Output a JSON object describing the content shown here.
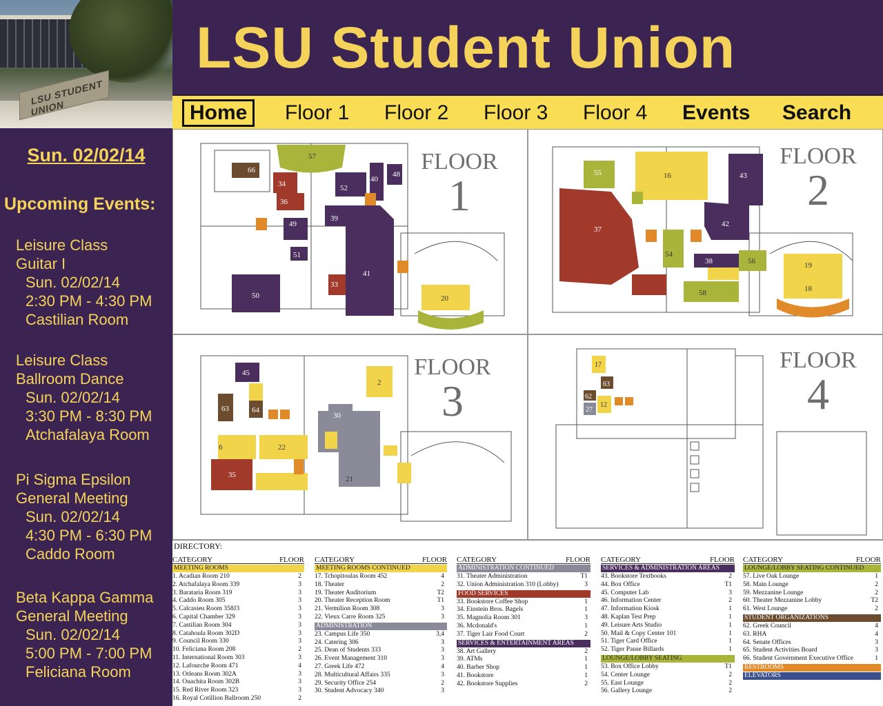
{
  "header": {
    "title": "LSU Student Union"
  },
  "photo": {
    "sign_text": "LSU STUDENT UNION"
  },
  "nav": [
    {
      "label": "Home",
      "bold": true,
      "active": true
    },
    {
      "label": "Floor 1",
      "bold": false
    },
    {
      "label": "Floor 2",
      "bold": false
    },
    {
      "label": "Floor 3",
      "bold": false
    },
    {
      "label": "Floor 4",
      "bold": false
    },
    {
      "label": "Events",
      "bold": true
    },
    {
      "label": "Search",
      "bold": true
    }
  ],
  "sidebar": {
    "date": "Sun. 02/02/14",
    "upcoming_label": "Upcoming Events:",
    "events": [
      {
        "line1": "Leisure Class",
        "line2": "Guitar I",
        "date": "Sun. 02/02/14",
        "time": "2:30 PM - 4:30 PM",
        "room": "Castilian Room"
      },
      {
        "line1": "Leisure Class",
        "line2": "Ballroom Dance",
        "date": "Sun. 02/02/14",
        "time": "3:30 PM - 8:30 PM",
        "room": "Atchafalaya Room"
      },
      {
        "line1": "Pi Sigma Epsilon",
        "line2": "General Meeting",
        "date": "Sun. 02/02/14",
        "time": "4:30 PM - 6:30 PM",
        "room": "Caddo Room"
      },
      {
        "line1": "Beta Kappa Gamma",
        "line2": "General Meeting",
        "date": "Sun. 02/02/14",
        "time": "5:00 PM - 7:00 PM",
        "room": "Feliciana Room"
      }
    ]
  },
  "floors": [
    {
      "label": "FLOOR",
      "number": "1"
    },
    {
      "label": "FLOOR",
      "number": "2"
    },
    {
      "label": "FLOOR",
      "number": "3"
    },
    {
      "label": "FLOOR",
      "number": "4"
    }
  ],
  "colors": {
    "purple": "#3b2451",
    "gold": "#f5d35a",
    "nav_yellow": "#f9dd54",
    "meeting": "#f2d44a",
    "admin": "#8a8a99",
    "food": "#a23a2c",
    "services": "#4a2f5e",
    "lounge": "#a9b43a",
    "student_org": "#6b4c2e",
    "restrooms": "#e08a2a",
    "elevators": "#3a4f8c"
  },
  "directory": {
    "title": "DIRECTORY:",
    "header_category": "CATEGORY",
    "header_floor": "FLOOR",
    "columns": [
      {
        "sections": [
          {
            "title": "MEETING ROOMS",
            "color": "meeting",
            "rows": [
              [
                "1. Acadian Room  210",
                "2"
              ],
              [
                "2. Atchafalaya Room  339",
                "3"
              ],
              [
                "3. Barataria Room  319",
                "3"
              ],
              [
                "4. Caddo Room  305",
                "3"
              ],
              [
                "5. Calcasieu Room  358J3",
                "3"
              ],
              [
                "6. Capital Chamber  329",
                "3"
              ],
              [
                "7. Castilian Room  304",
                "3"
              ],
              [
                "8. Catahoula Room 302D",
                "3"
              ],
              [
                "9. Council Room  330",
                "3"
              ],
              [
                "10. Feliciana Room  208",
                "2"
              ],
              [
                "11. International Room  303",
                "3"
              ],
              [
                "12. Lafourche Room  471",
                "4"
              ],
              [
                "13. Orleans Room  302A",
                "3"
              ],
              [
                "14. Ouachita Room  302B",
                "3"
              ],
              [
                "15. Red River Room  323",
                "3"
              ],
              [
                "16. Royal Cotillion Ballroom 250",
                "2"
              ]
            ]
          }
        ]
      },
      {
        "sections": [
          {
            "title": "MEETING ROOMS CONTINUED",
            "color": "meeting",
            "rows": [
              [
                "17. Tchopitoulas Room 452",
                "4"
              ],
              [
                "18. Theater",
                "2"
              ],
              [
                "19. Theater Auditorium",
                "T2"
              ],
              [
                "20. Theater Reception Room",
                "T1"
              ],
              [
                "21. Vermilion Room 308",
                "3"
              ],
              [
                "22. Vieux Carre Room 325",
                "3"
              ]
            ]
          },
          {
            "title": "ADMINISTRATION",
            "color": "admin",
            "rows": [
              [
                "23. Campus Life  350",
                "3,4"
              ],
              [
                "24. Catering  306",
                "3"
              ],
              [
                "25. Dean of Students  333",
                "3"
              ],
              [
                "26. Event Management 310",
                "3"
              ],
              [
                "27. Greek Life  472",
                "4"
              ],
              [
                "28. Multicultural Affairs  335",
                "3"
              ],
              [
                "29. Security Office  254",
                "2"
              ],
              [
                "30. Student Advocacy 340",
                "3"
              ]
            ]
          }
        ]
      },
      {
        "sections": [
          {
            "title": "ADMINISTRATION CONTINUED",
            "color": "admin",
            "rows": [
              [
                "31. Theater Administration",
                "T1"
              ],
              [
                "32. Union Administration  310 (Lobby)",
                "3"
              ]
            ]
          },
          {
            "title": "FOOD SERVICES",
            "color": "food",
            "rows": [
              [
                "33. Bookstore Coffee Shop",
                "1"
              ],
              [
                "34. Einstein Bros. Bagels",
                "1"
              ],
              [
                "35. Magnolia Room  301",
                "3"
              ],
              [
                "36. Mcdonald's",
                "1"
              ],
              [
                "37. Tiger Lair Food Court",
                "2"
              ]
            ]
          },
          {
            "title": "SERVICES & ENTERTAINMENT AREAS",
            "color": "services",
            "rows": [
              [
                "38. Art Gallery",
                "2"
              ],
              [
                "39. ATMs",
                "1"
              ],
              [
                "40. Barber Shop",
                "1"
              ],
              [
                "41. Bookstore",
                "1"
              ],
              [
                "42. Bookstore Supplies",
                "2"
              ]
            ]
          }
        ]
      },
      {
        "sections": [
          {
            "title": "SERVICES & ADMINISTRATION AREAS",
            "color": "services",
            "rows": [
              [
                "43. Bookstore Textbooks",
                "2"
              ],
              [
                "44. Box Office",
                "T1"
              ],
              [
                "45. Computer Lab",
                "3"
              ],
              [
                "46. Information Center",
                "2"
              ],
              [
                "47. Information Kiosk",
                "1"
              ],
              [
                "48. Kaplan Test Prep",
                "1"
              ],
              [
                "49. Leisure Arts Studio",
                "1"
              ],
              [
                "50. Mail & Copy Center  101",
                "1"
              ],
              [
                "51. Tiger Card Office",
                "1"
              ],
              [
                "52. Tiger Pause Billards",
                "1"
              ]
            ]
          },
          {
            "title": "LOUNGE/LOBBY SEATING",
            "color": "lounge",
            "rows": [
              [
                "53. Box Office Lobby",
                "T1"
              ],
              [
                "54. Center Lounge",
                "2"
              ],
              [
                "55. East Lounge",
                "2"
              ],
              [
                "56. Gallery Lounge",
                "2"
              ]
            ]
          }
        ]
      },
      {
        "sections": [
          {
            "title": "LOUNGE/LOBBY SEATING CONTINUED",
            "color": "lounge",
            "rows": [
              [
                "57. Live Oak Lounge",
                "1"
              ],
              [
                "58. Main Lounge",
                "2"
              ],
              [
                "59. Mezzanine Lounge",
                "2"
              ],
              [
                "60. Theater Mezzanine Lobby",
                "T2"
              ],
              [
                "61. West Lounge",
                "2"
              ]
            ]
          },
          {
            "title": "STUDENT ORGANIZATIONS",
            "color": "student_org",
            "rows": [
              [
                "62. Greek Council",
                "4"
              ],
              [
                "63. RHA",
                "4"
              ],
              [
                "64. Senate Offices",
                "3"
              ],
              [
                "65. Student Activities Board",
                "3"
              ],
              [
                "66. Student Government Executive Office",
                "1"
              ]
            ]
          },
          {
            "title": "RESTROOMS",
            "color": "restrooms",
            "rows": []
          },
          {
            "title": "ELEVATORS",
            "color": "elevators",
            "rows": []
          }
        ]
      }
    ]
  }
}
